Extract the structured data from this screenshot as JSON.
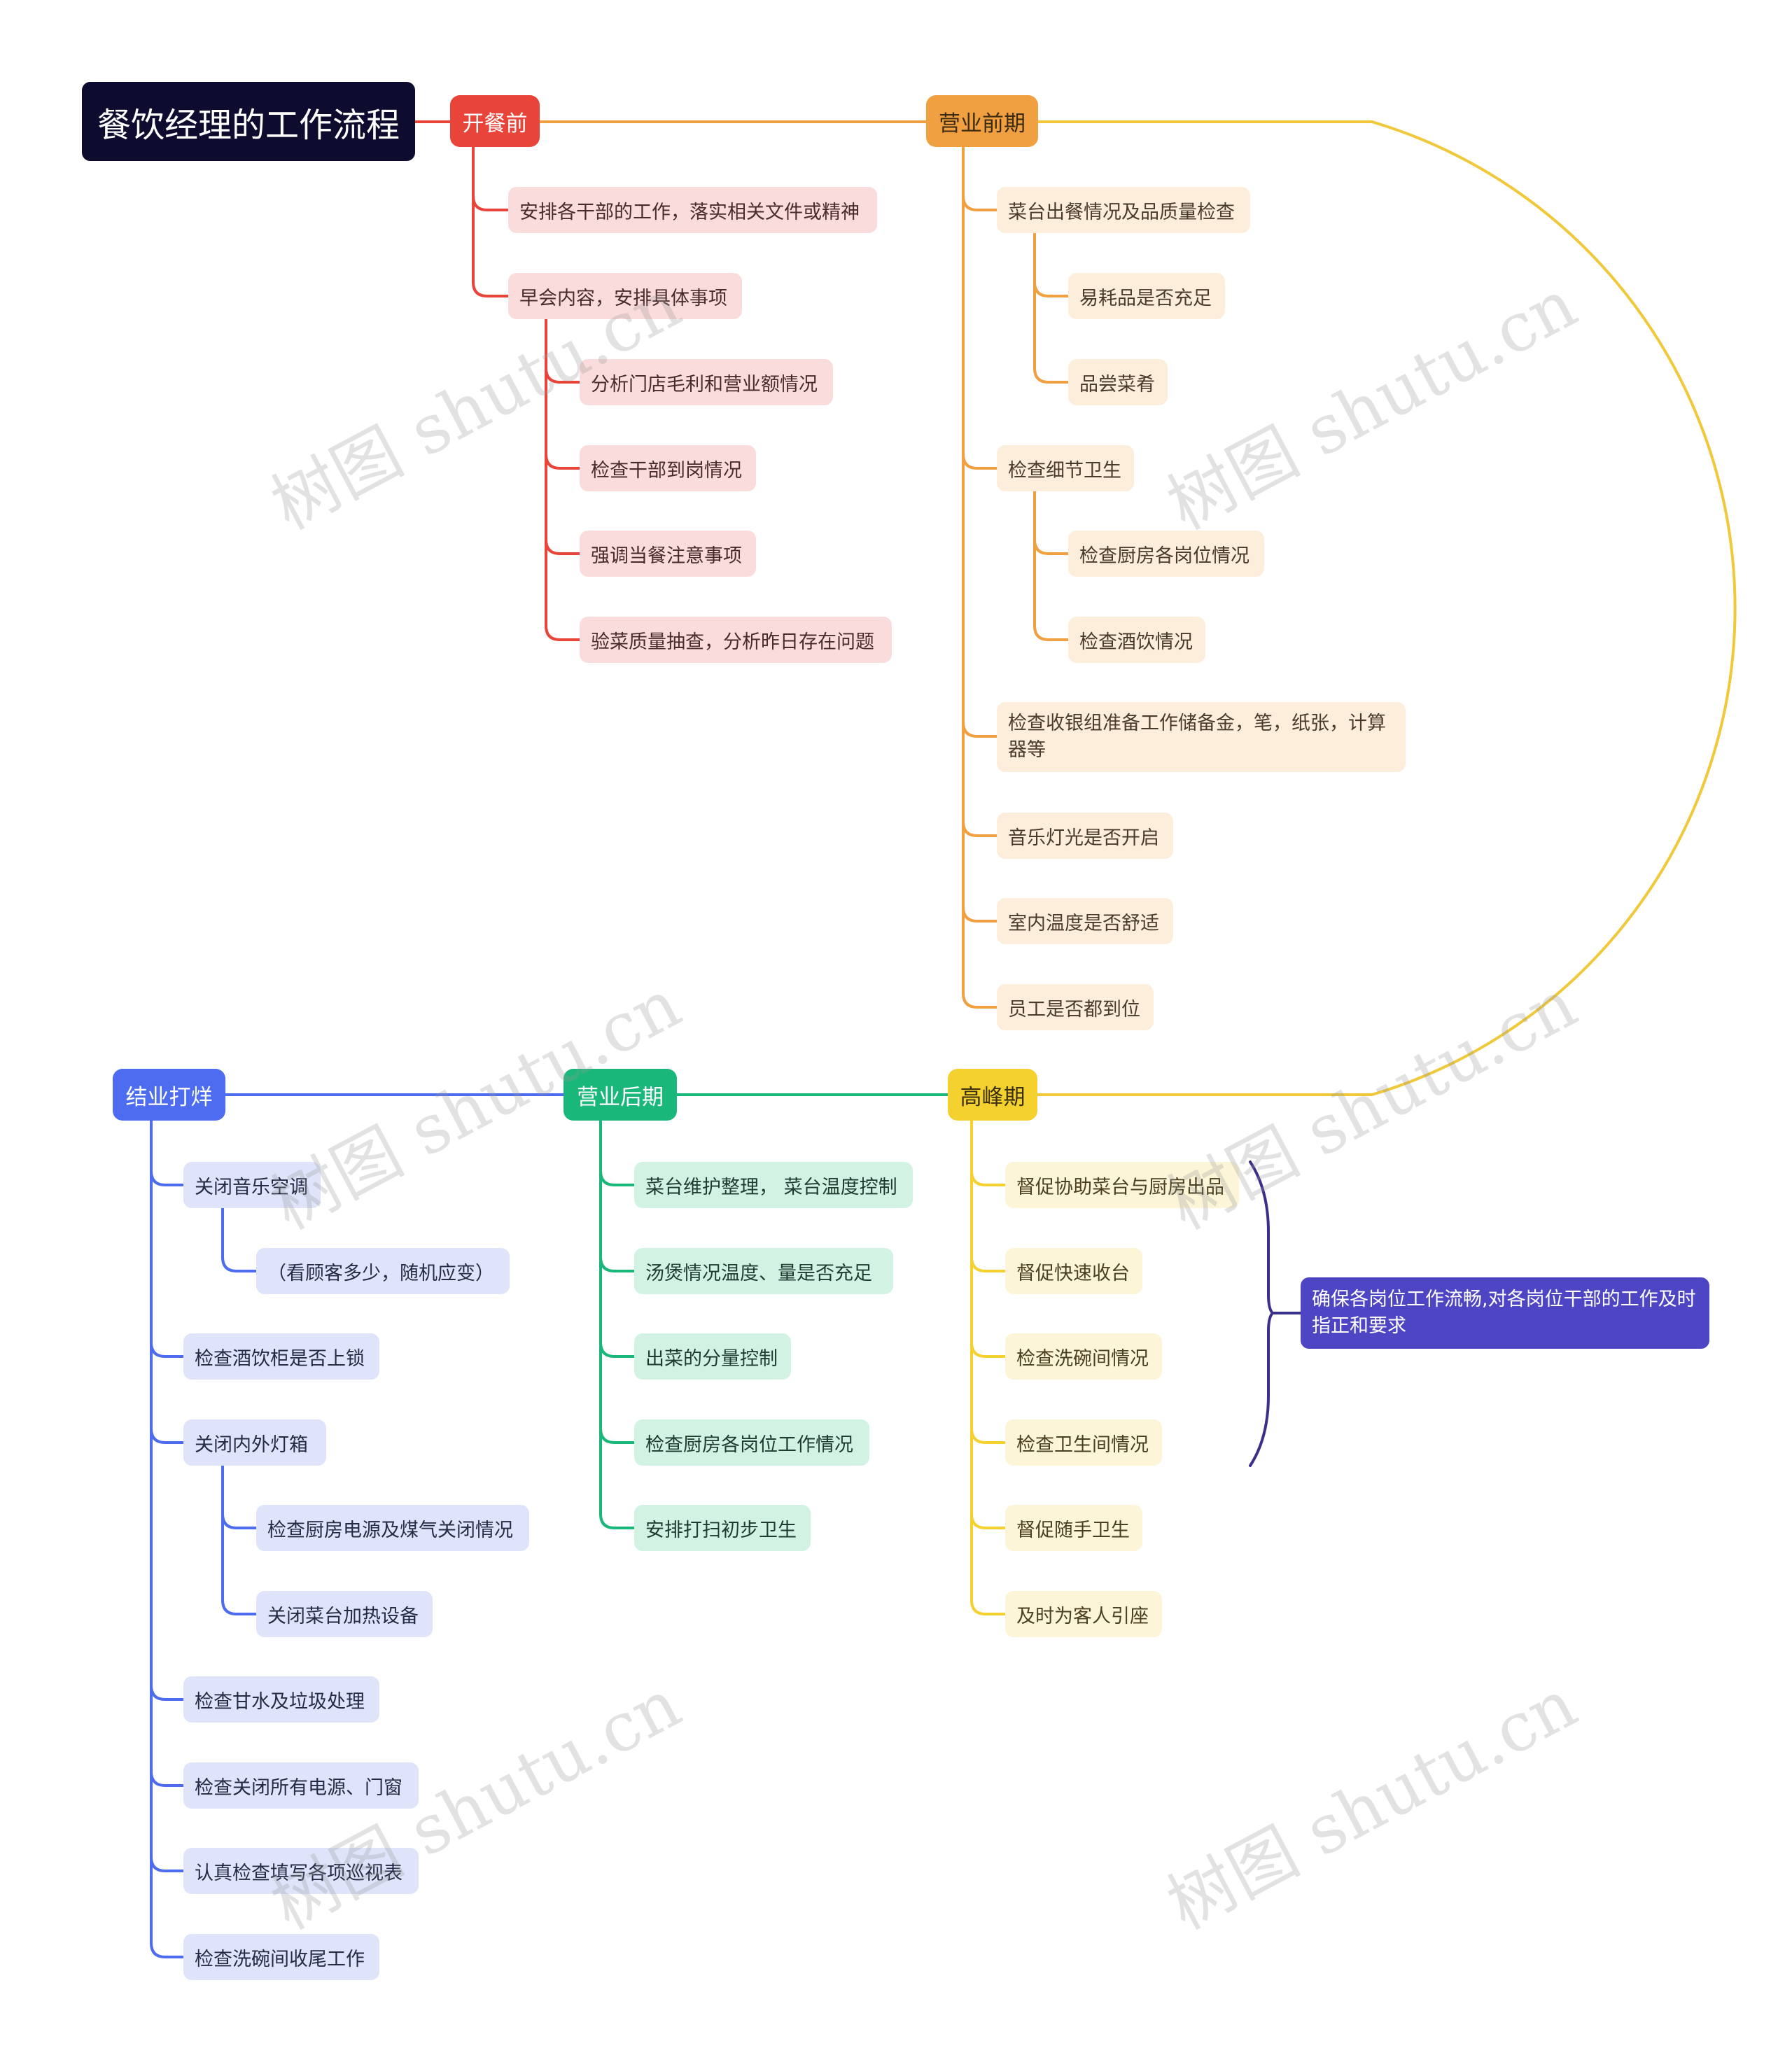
{
  "title": "餐饮经理的工作流程",
  "colors": {
    "red": "#e8443a",
    "orange": "#f0a040",
    "yellow": "#f5d12f",
    "green": "#19b77a",
    "blue": "#4d6cf0",
    "root_bg": "#0d0b2e",
    "summary_bg": "#4e45c4"
  },
  "branches": {
    "kaican": {
      "label": "开餐前",
      "items": [
        "安排各干部的工作，落实相关文件或精神",
        "早会内容，安排具体事项",
        "分析门店毛利和营业额情况",
        "检查干部到岗情况",
        "强调当餐注意事项",
        "验菜质量抽查，分析昨日存在问题"
      ]
    },
    "qianqi": {
      "label": "营业前期",
      "items": [
        "菜台出餐情况及品质量检查",
        "易耗品是否充足",
        "品尝菜肴",
        "检查细节卫生",
        "检查厨房各岗位情况",
        "检查酒饮情况",
        "检查收银组准备工作储备金，笔，纸张，计算器等",
        "音乐灯光是否开启",
        "室内温度是否舒适",
        "员工是否都到位"
      ]
    },
    "gaofeng": {
      "label": "高峰期",
      "items": [
        "督促协助菜台与厨房出品",
        "督促快速收台",
        "检查洗碗间情况",
        "检查卫生间情况",
        "督促随手卫生",
        "及时为客人引座"
      ],
      "summary": "确保各岗位工作流畅,对各岗位干部的工作及时指正和要求"
    },
    "houqi": {
      "label": "营业后期",
      "items": [
        "菜台维护整理，  菜台温度控制",
        "汤煲情况温度、量是否充足",
        "出菜的分量控制",
        "检查厨房各岗位工作情况",
        "安排打扫初步卫生"
      ]
    },
    "jieye": {
      "label": "结业打烊",
      "items": [
        "关闭音乐空调",
        "（看顾客多少，随机应变）",
        "检查酒饮柜是否上锁",
        "关闭内外灯箱",
        "检查厨房电源及煤气关闭情况",
        "关闭菜台加热设备",
        "检查甘水及垃圾处理",
        "检查关闭所有电源、门窗",
        "认真检查填写各项巡视表",
        "检查洗碗间收尾工作"
      ]
    }
  },
  "watermark": "树图 shutu.cn"
}
